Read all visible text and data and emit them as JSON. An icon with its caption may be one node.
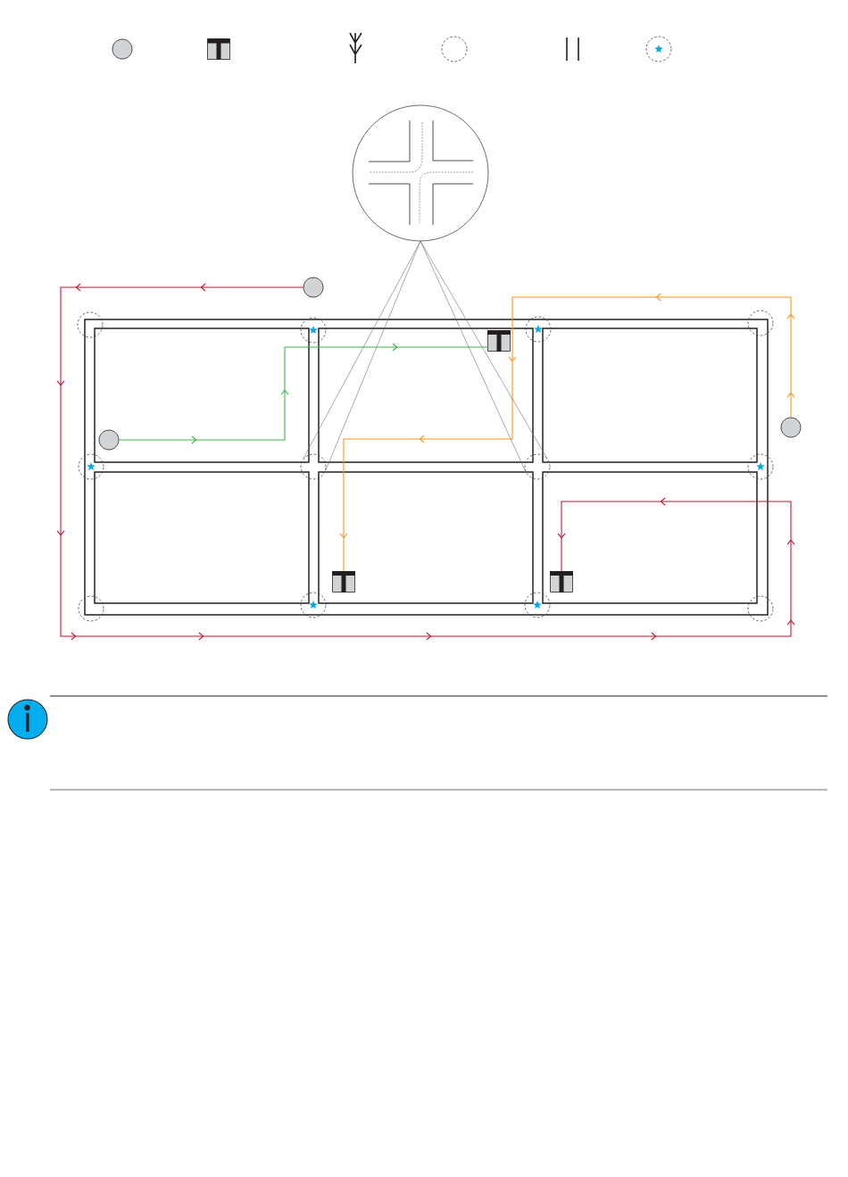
{
  "diagram": {
    "nodes": [
      {
        "text": [],
        "shape": "picture"
      },
      {
        "text": [],
        "shape": "circle"
      },
      {
        "text": [],
        "shape": "circle"
      },
      {
        "text": [],
        "shape": "circle"
      },
      {
        "text": [],
        "shape": "circle"
      },
      {
        "text": [],
        "shape": "circle"
      },
      {
        "text": [],
        "shape": "box"
      },
      {
        "text": [],
        "shape": "circle"
      },
      {
        "text": [],
        "shape": "circle"
      },
      {
        "text": [],
        "shape": "circle"
      },
      {
        "text": [],
        "shape": "circle"
      },
      {
        "text": [],
        "shape": "circle"
      },
      {
        "text": [],
        "shape": "circle"
      },
      {
        "text": [],
        "shape": "box"
      },
      {
        "text": [],
        "shape": "box"
      },
      {
        "text": [],
        "shape": "circle"
      },
      {
        "text": [],
        "shape": "circle"
      },
      {
        "text": [],
        "shape": "circle"
      },
      {
        "text": [],
        "shape": "circle"
      }
    ],
    "edges": [
      {
        "from": 1,
        "to": 14,
        "arrow": "to",
        "color": "#c8102e"
      },
      {
        "from": 8,
        "to": 6,
        "arrow": "to",
        "color": "#39b54a"
      },
      {
        "from": 7,
        "to": 13,
        "arrow": "to",
        "color": "#f7941d"
      },
      {
        "from": 0,
        "to": 10,
        "arrow": "none"
      },
      {
        "from": 0,
        "to": 11,
        "arrow": "none"
      }
    ]
  }
}
